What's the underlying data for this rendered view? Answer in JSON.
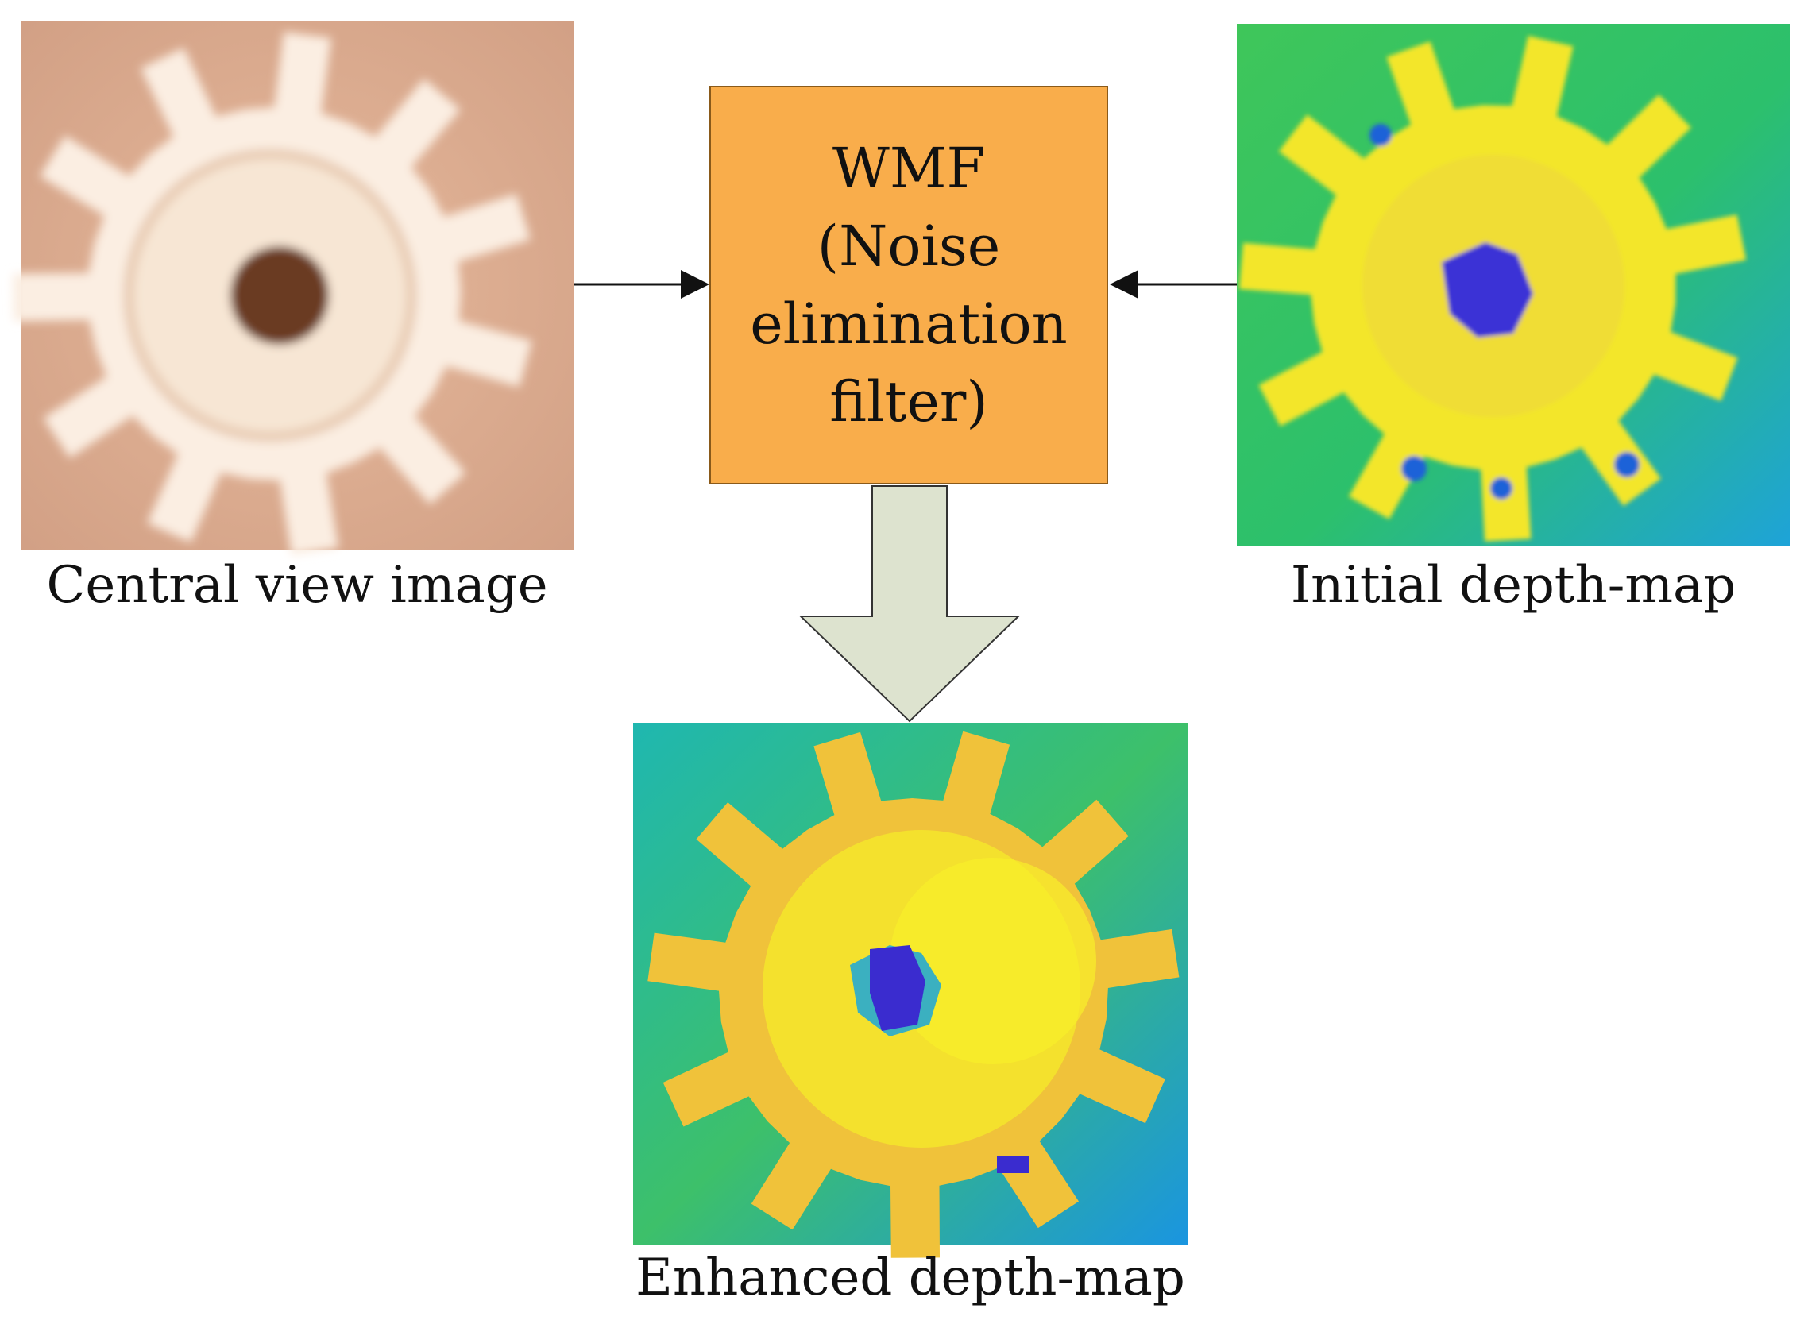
{
  "central_view": {
    "label": "Central view image"
  },
  "initial_depth": {
    "label": "Initial depth-map"
  },
  "enhanced_depth": {
    "label": "Enhanced depth-map"
  },
  "filter_box": {
    "lines": [
      "WMF",
      "(Noise",
      "elimination",
      "filter)"
    ],
    "fill": "#f9ad4b"
  },
  "colors": {
    "photo_bg": "#d9a98a",
    "photo_gear": "#fbeee2",
    "photo_hole": "#6b3b22",
    "depth_bg_green": "#26c46a",
    "depth_bg_blue": "#1a9ee0",
    "depth_gear_yellow": "#f5e92a",
    "depth_gear_orange": "#f0c23a",
    "depth_hole": "#3a2ccf",
    "big_arrow_fill": "#dde3cf"
  }
}
